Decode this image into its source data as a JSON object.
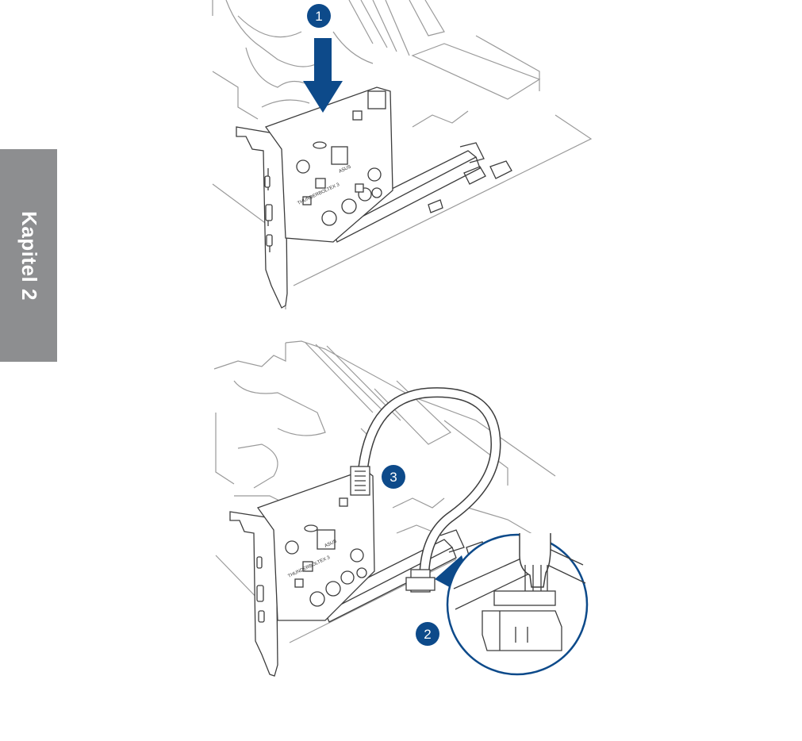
{
  "chapter_tab": {
    "label": "Kapitel 2",
    "color": "#8d8e90"
  },
  "steps": [
    {
      "number": "1"
    },
    {
      "number": "2"
    },
    {
      "number": "3"
    }
  ],
  "board_label": "THUNDERBOLTEX 3",
  "brand_label": "ASUS",
  "colors": {
    "step_marker": "#0d4a8a",
    "arrow": "#0d4a8a",
    "zoom_outline": "#0d4a8a"
  }
}
